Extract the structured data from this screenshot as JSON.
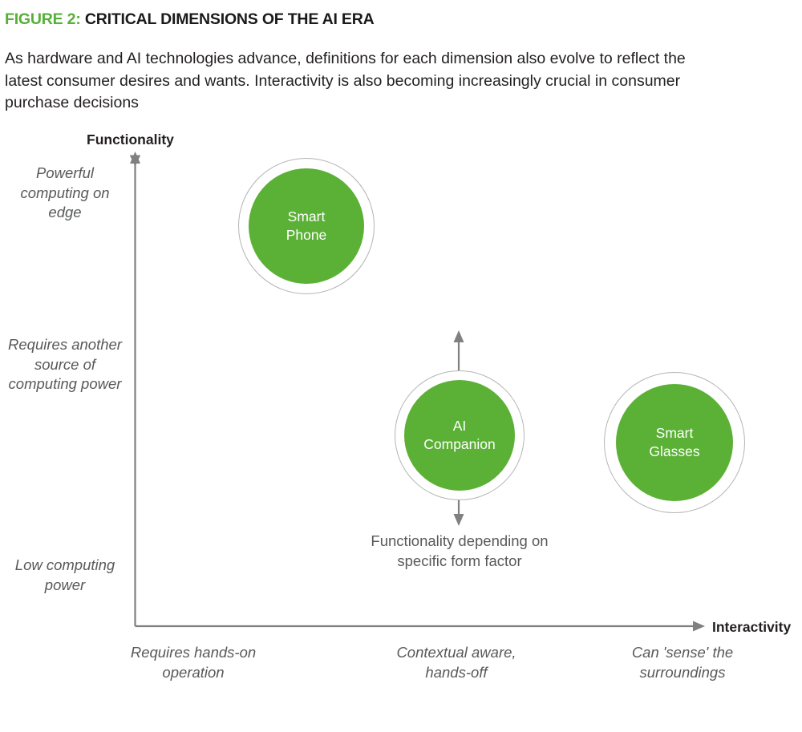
{
  "header": {
    "figure_label": "FIGURE 2:",
    "figure_title": "CRITICAL DIMENSIONS OF THE AI ERA",
    "subtitle": "As hardware and AI technologies advance, definitions for each dimension also evolve to reflect the latest consumer desires and wants. Interactivity is also becoming increasingly crucial in consumer purchase decisions",
    "accent_color": "#55b036"
  },
  "chart_data": {
    "type": "scatter",
    "title": "CRITICAL DIMENSIONS OF THE AI ERA",
    "xlabel": "Interactivity",
    "ylabel": "Functionality",
    "grid": false,
    "legend": "none",
    "bubble_color": "#5bb036",
    "ring_color": "#b5b5b5",
    "y_axis_captions": [
      {
        "position": "high",
        "text": "Powerful computing on edge"
      },
      {
        "position": "middle",
        "text": "Requires another source of computing power"
      },
      {
        "position": "low",
        "text": "Low computing power"
      }
    ],
    "x_axis_captions": [
      {
        "position": "left",
        "text": "Requires hands-on operation"
      },
      {
        "position": "middle",
        "text": "Contextual aware, hands-off"
      },
      {
        "position": "right",
        "text": "Can 'sense' the surroundings"
      }
    ],
    "points": [
      {
        "label": "Smart Phone",
        "x": 0.24,
        "y": 0.82,
        "size": 144
      },
      {
        "label": "AI Companion",
        "x": 0.55,
        "y": 0.38,
        "size": 138
      },
      {
        "label": "Smart Glasses",
        "x": 0.88,
        "y": 0.38,
        "size": 146
      }
    ],
    "annotations": [
      {
        "target": "AI Companion",
        "text": "Functionality depending on specific form factor",
        "arrows": [
          "up",
          "down"
        ]
      }
    ]
  },
  "bubbles": {
    "smart_phone": {
      "line1": "Smart",
      "line2": "Phone"
    },
    "ai_companion": {
      "line1": "AI",
      "line2": "Companion"
    },
    "smart_glasses": {
      "line1": "Smart",
      "line2": "Glasses"
    }
  },
  "annotation": {
    "ai_companion_note": "Functionality depending on specific form factor"
  }
}
